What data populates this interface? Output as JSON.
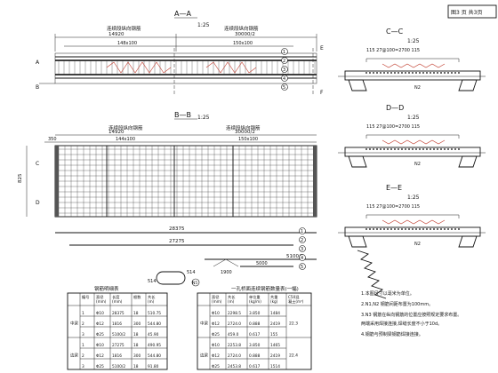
{
  "title_block": {
    "sheet_number": "图3 页 共3页"
  },
  "view_aa": {
    "title": "A—A",
    "scale": "1:25",
    "label_left": "连续段纵向钢筋",
    "label_right": "连续段纵向钢筋",
    "dim_left": "14920",
    "dim_sub": "148x100",
    "dim_right": "30000/2",
    "dim_right_sub": "150x100",
    "marker_a": "A",
    "marker_b": "B",
    "marker_e": "E",
    "marker_f": "F",
    "callouts": [
      "1",
      "2",
      "3",
      "4",
      "5"
    ]
  },
  "view_bb": {
    "title": "B—B",
    "scale": "1:25",
    "label_left": "连续段纵向钢筋",
    "label_right": "连续段纵向钢筋",
    "dim_left": "14920",
    "dim_right": "30000/2",
    "dim_350": "350",
    "dim_1": "144x100",
    "dim_2": "150x100",
    "side_dim": "825",
    "bar_1": "28375",
    "bar_2": "27275",
    "bar_3": "5100/2",
    "bar_4": "1900",
    "bar_5": "5000",
    "marker_c": "C",
    "marker_d": "D",
    "callouts": [
      "1",
      "2",
      "3",
      "4",
      "5"
    ]
  },
  "detail_n5": {
    "dim_a": "514",
    "dim_b": "514",
    "label": "N5"
  },
  "section_cc": {
    "title": "C—C",
    "scale": "1:25",
    "dim": "115  27@100=2700  115",
    "label": "N2"
  },
  "section_dd": {
    "title": "D—D",
    "scale": "1:25",
    "dim": "115  27@100=2700  115",
    "label": "N2"
  },
  "section_ee": {
    "title": "E—E",
    "scale": "1:25",
    "dim": "115  27@100=2700  115",
    "label": "N2"
  },
  "notes": {
    "lines": [
      "1.本图尺寸以毫米为单位。",
      "2.N1,N2 钢筋间距布置为100mm。",
      "3.N3 钢筋在纵向钢筋的位置应按照规定要求布置。",
      "  两端采用焊接连接,焊缝长度不小于10d。",
      "4.钢筋与预制梁钢筋焊接连接。"
    ]
  },
  "table1": {
    "title": "钢筋明细表",
    "headers": [
      "",
      "编号",
      "直径\n(mm)",
      "长度\n(mm)",
      "根数",
      "共长\n(m)"
    ],
    "group_labels": [
      "中梁",
      "边梁"
    ],
    "rows": [
      [
        "1",
        "Φ10",
        "28375",
        "18",
        "510.75"
      ],
      [
        "2",
        "Φ12",
        "1816",
        "300",
        "544.80"
      ],
      [
        "3",
        "Φ25",
        "5100/2",
        "18",
        "45.90"
      ],
      [
        "1",
        "Φ10",
        "27275",
        "18",
        "490.95"
      ],
      [
        "2",
        "Φ12",
        "1816",
        "300",
        "544.80"
      ],
      [
        "3",
        "Φ25",
        "5100/2",
        "18",
        "91.80"
      ]
    ]
  },
  "table2": {
    "title": "一孔桥面连续钢筋数量表(一幅)",
    "headers": [
      "",
      "直径\n(mm)",
      "共长\n(m)",
      "单位重\n(kg/m)",
      "共重\n(kg)",
      "C50混\n凝土(m³)"
    ],
    "group_labels": [
      "中梁",
      "边梁"
    ],
    "rows": [
      [
        "Φ10",
        "2298.5",
        "3.850",
        "1484"
      ],
      [
        "Φ12",
        "2724.0",
        "0.888",
        "2419"
      ],
      [
        "Φ25",
        "459.0",
        "0.617",
        "155"
      ],
      [
        "Φ10",
        "2253.8",
        "3.850",
        "1465"
      ],
      [
        "Φ12",
        "2724.0",
        "0.888",
        "2419"
      ],
      [
        "Φ25",
        "2453.8",
        "0.617",
        "1514"
      ]
    ],
    "concrete": [
      "22.3",
      "22.4"
    ]
  }
}
